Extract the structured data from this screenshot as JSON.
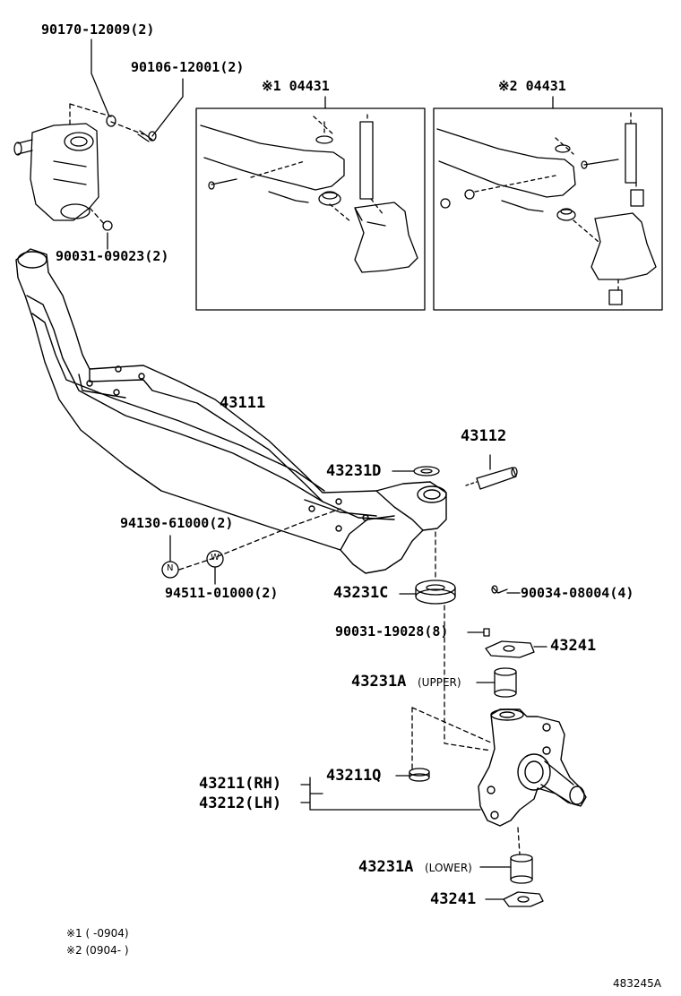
{
  "labels": {
    "p90170": "90170-12009(2)",
    "p90106": "90106-12001(2)",
    "p90031a": "90031-09023(2)",
    "p04431a": "※1 04431",
    "p04431b": "※2 04431",
    "p43111": "43111",
    "p43112": "43112",
    "p43231D": "43231D",
    "p94130": "94130-61000(2)",
    "p94511": "94511-01000(2)",
    "p43231C": "43231C",
    "p90034": "90034-08004(4)",
    "p90031b": "90031-19028(8)",
    "p43241a": "43241",
    "p43231A_upper": "43231A",
    "upper_tag": "(UPPER)",
    "p43211": "43211(RH)",
    "p43212": "43212(LH)",
    "p43211Q": "43211Q",
    "p43231A_lower": "43231A",
    "lower_tag": "(LOWER)",
    "p43241b": "43241",
    "note1": "※1 (      -0904)",
    "note2": "※2 (0904-        )",
    "figure_code": "483245A",
    "mark_n": "N",
    "mark_w": "W"
  }
}
